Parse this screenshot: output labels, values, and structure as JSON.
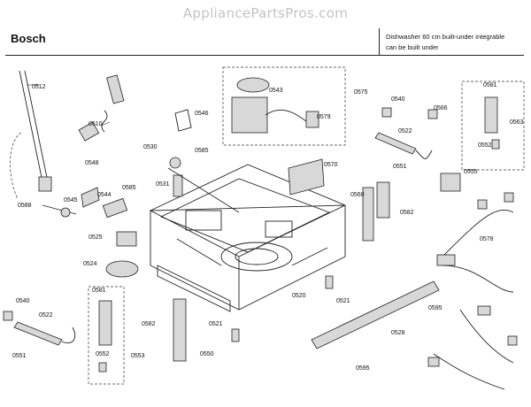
{
  "header": {
    "watermark": "AppliancePartsPros.com",
    "brand": "Bosch",
    "model_line1": "Dishwasher 60 cm built-under integrable",
    "model_line2": "can be built under"
  },
  "callouts": [
    "0512",
    "0510",
    "0548",
    "0545",
    "0544",
    "0588",
    "0585",
    "0546",
    "0530",
    "0531",
    "0585",
    "0543",
    "0579",
    "0575",
    "0540",
    "0566",
    "0522",
    "0551",
    "0581",
    "0563",
    "0552",
    "0555",
    "0570",
    "0560",
    "0582",
    "0578",
    "0525",
    "0524",
    "0520",
    "0521",
    "0528",
    "0595",
    "0595",
    "0540",
    "0522",
    "0551",
    "0581",
    "0553",
    "0552",
    "0582",
    "0521",
    "0550"
  ]
}
